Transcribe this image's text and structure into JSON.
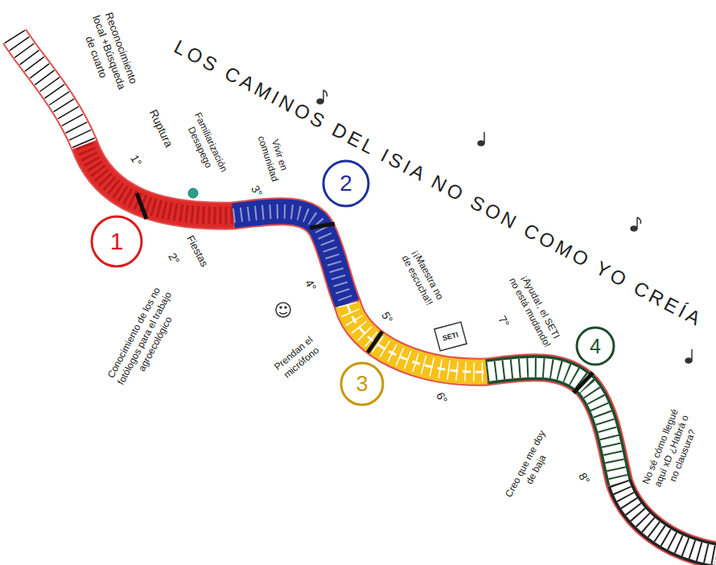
{
  "diagram": {
    "title": "LOS CAMINOS DEL ISIA NO SON COMO YO CREÍA",
    "nodes": [
      {
        "text": [
          "1"
        ]
      },
      {
        "text": [
          "2"
        ]
      },
      {
        "text": [
          "3"
        ]
      },
      {
        "text": [
          "4"
        ]
      }
    ],
    "labels": [
      "Reconocimiento local +Búsqueda de cuarto",
      "1°",
      "Ruptura",
      "Familiarización Desapego",
      "Vivir en comunidad",
      "3°",
      "2°",
      "Fiestas",
      "Conocimiento de los no fotólogos para el trabajo agroecológico",
      "4°",
      "Prendan el micrófono",
      "5°",
      "¡¡Maestra no de escucha!!",
      "SETI",
      "6°",
      "7°",
      "¡Ayuda!, el SETI no está mudando!",
      "8°",
      "Creo que me doy de baja",
      "No sé cómo llegué aquí xD ¿Habrá o no clausura?"
    ]
  }
}
